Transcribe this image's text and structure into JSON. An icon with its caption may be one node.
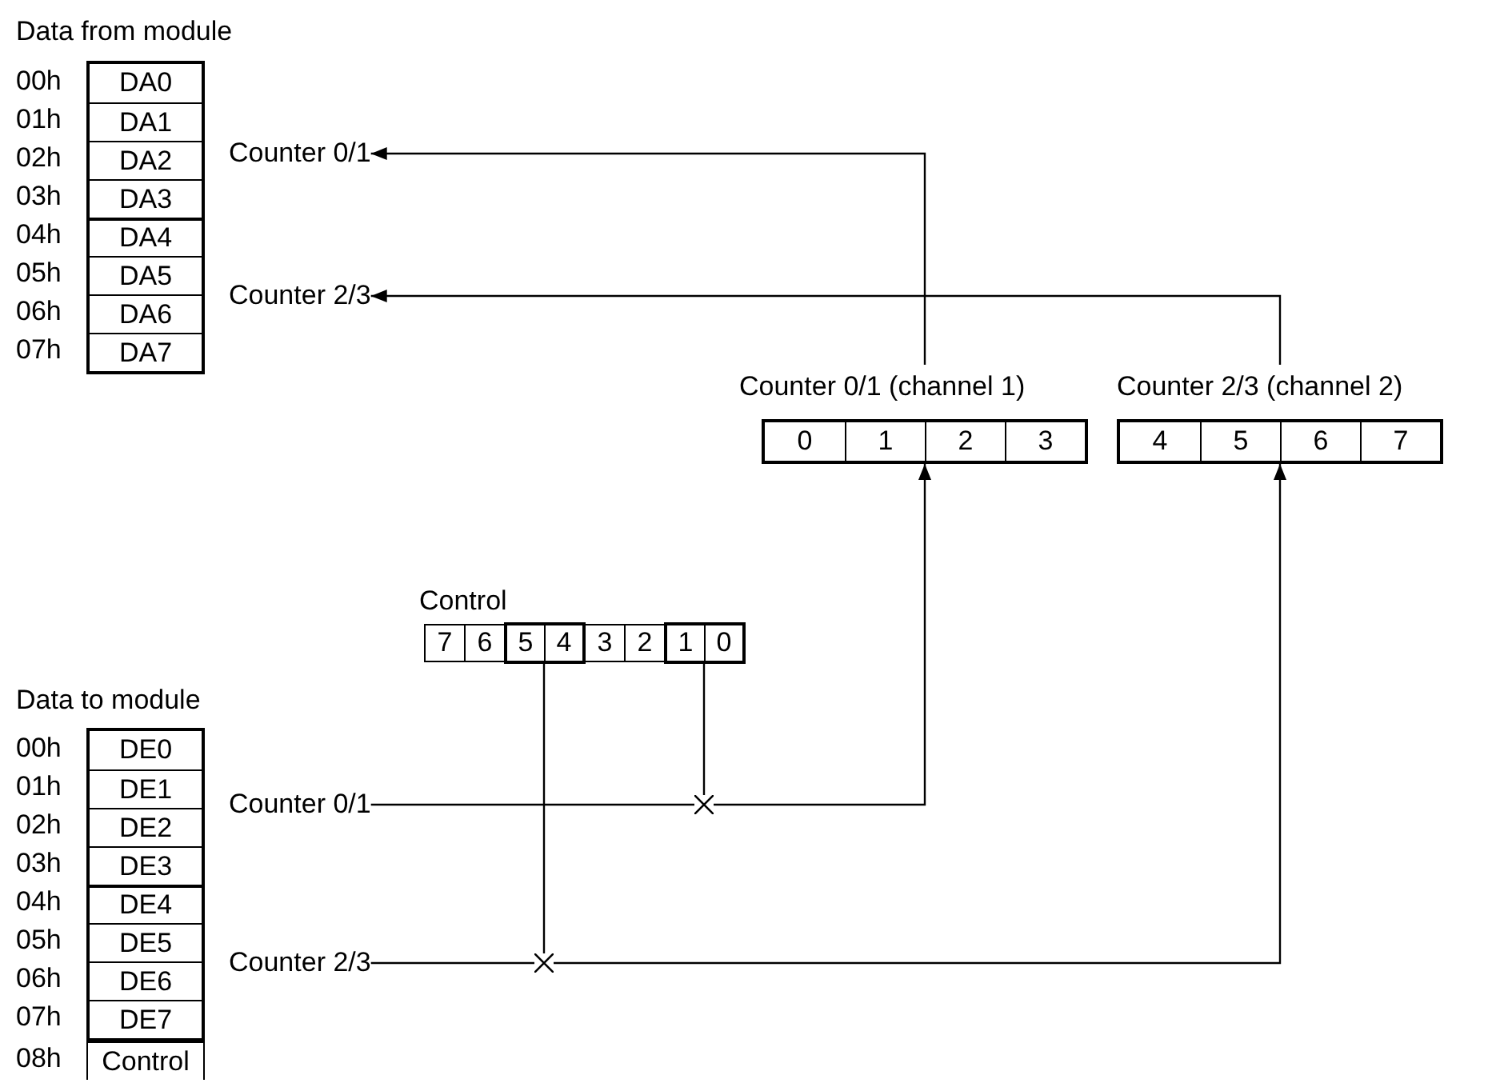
{
  "diagram": {
    "nodes": [
      {
        "text": [
          "Data from module"
        ]
      },
      {
        "text": [
          "DA0"
        ],
        "in": 0
      },
      {
        "text": [
          "DA1"
        ],
        "in": 0
      },
      {
        "text": [
          "DA2"
        ],
        "in": 0
      },
      {
        "text": [
          "DA3"
        ],
        "in": 0
      },
      {
        "text": [
          "DA4"
        ],
        "in": 0
      },
      {
        "text": [
          "DA5"
        ],
        "in": 0
      },
      {
        "text": [
          "DA6"
        ],
        "in": 0
      },
      {
        "text": [
          "DA7"
        ],
        "in": 0
      },
      {
        "text": [
          "Counter 0/1"
        ]
      },
      {
        "text": [
          "Counter 2/3"
        ]
      },
      {
        "text": [
          "Counter 0/1 (channel 1)"
        ]
      },
      {
        "text": [
          "0"
        ],
        "in": 11
      },
      {
        "text": [
          "1"
        ],
        "in": 11
      },
      {
        "text": [
          "2"
        ],
        "in": 11
      },
      {
        "text": [
          "3"
        ],
        "in": 11
      },
      {
        "text": [
          "Counter 2/3 (channel 2)"
        ]
      },
      {
        "text": [
          "4"
        ],
        "in": 16
      },
      {
        "text": [
          "5"
        ],
        "in": 16
      },
      {
        "text": [
          "6"
        ],
        "in": 16
      },
      {
        "text": [
          "7"
        ],
        "in": 16
      },
      {
        "text": [
          "Control"
        ]
      },
      {
        "text": [
          "7"
        ],
        "in": 21
      },
      {
        "text": [
          "6"
        ],
        "in": 21
      },
      {
        "text": [],
        "shape": "box",
        "in": 21
      },
      {
        "text": [
          "5"
        ],
        "in": 24
      },
      {
        "text": [
          "4"
        ],
        "in": 24
      },
      {
        "text": [
          "3"
        ],
        "in": 21
      },
      {
        "text": [
          "2"
        ],
        "in": 21
      },
      {
        "text": [],
        "shape": "box",
        "in": 21
      },
      {
        "text": [
          "1"
        ],
        "in": 29
      },
      {
        "text": [
          "0"
        ],
        "in": 29
      },
      {
        "text": [
          "Data to module"
        ]
      },
      {
        "text": [
          "DE0"
        ],
        "in": 32
      },
      {
        "text": [
          "DE1"
        ],
        "in": 32
      },
      {
        "text": [
          "DE2"
        ],
        "in": 32
      },
      {
        "text": [
          "DE3"
        ],
        "in": 32
      },
      {
        "text": [
          "DE4"
        ],
        "in": 32
      },
      {
        "text": [
          "DE5"
        ],
        "in": 32
      },
      {
        "text": [
          "DE6"
        ],
        "in": 32
      },
      {
        "text": [
          "DE7"
        ],
        "in": 32
      },
      {
        "text": [
          "Control"
        ]
      },
      {
        "text": [
          "Counter 0/1"
        ]
      },
      {
        "text": [
          "Counter 2/3"
        ]
      },
      {
        "text": [],
        "shape": "cross"
      },
      {
        "text": [],
        "shape": "cross"
      }
    ],
    "edges": [
      {
        "from": 11,
        "to": 9,
        "arrow": "to"
      },
      {
        "from": 16,
        "to": 10,
        "arrow": "to"
      },
      {
        "from": 42,
        "to": 44,
        "arrow": "none"
      },
      {
        "from": 44,
        "to": 11,
        "arrow": "to"
      },
      {
        "from": 29,
        "to": 44,
        "arrow": "none"
      },
      {
        "from": 43,
        "to": 45,
        "arrow": "none"
      },
      {
        "from": 45,
        "to": 16,
        "arrow": "to"
      },
      {
        "from": 24,
        "to": 45,
        "arrow": "none"
      }
    ],
    "labels": [
      "00h",
      "01h",
      "02h",
      "03h",
      "04h",
      "05h",
      "06h",
      "07h",
      "00h",
      "01h",
      "02h",
      "03h",
      "04h",
      "05h",
      "06h",
      "07h",
      "08h"
    ]
  }
}
